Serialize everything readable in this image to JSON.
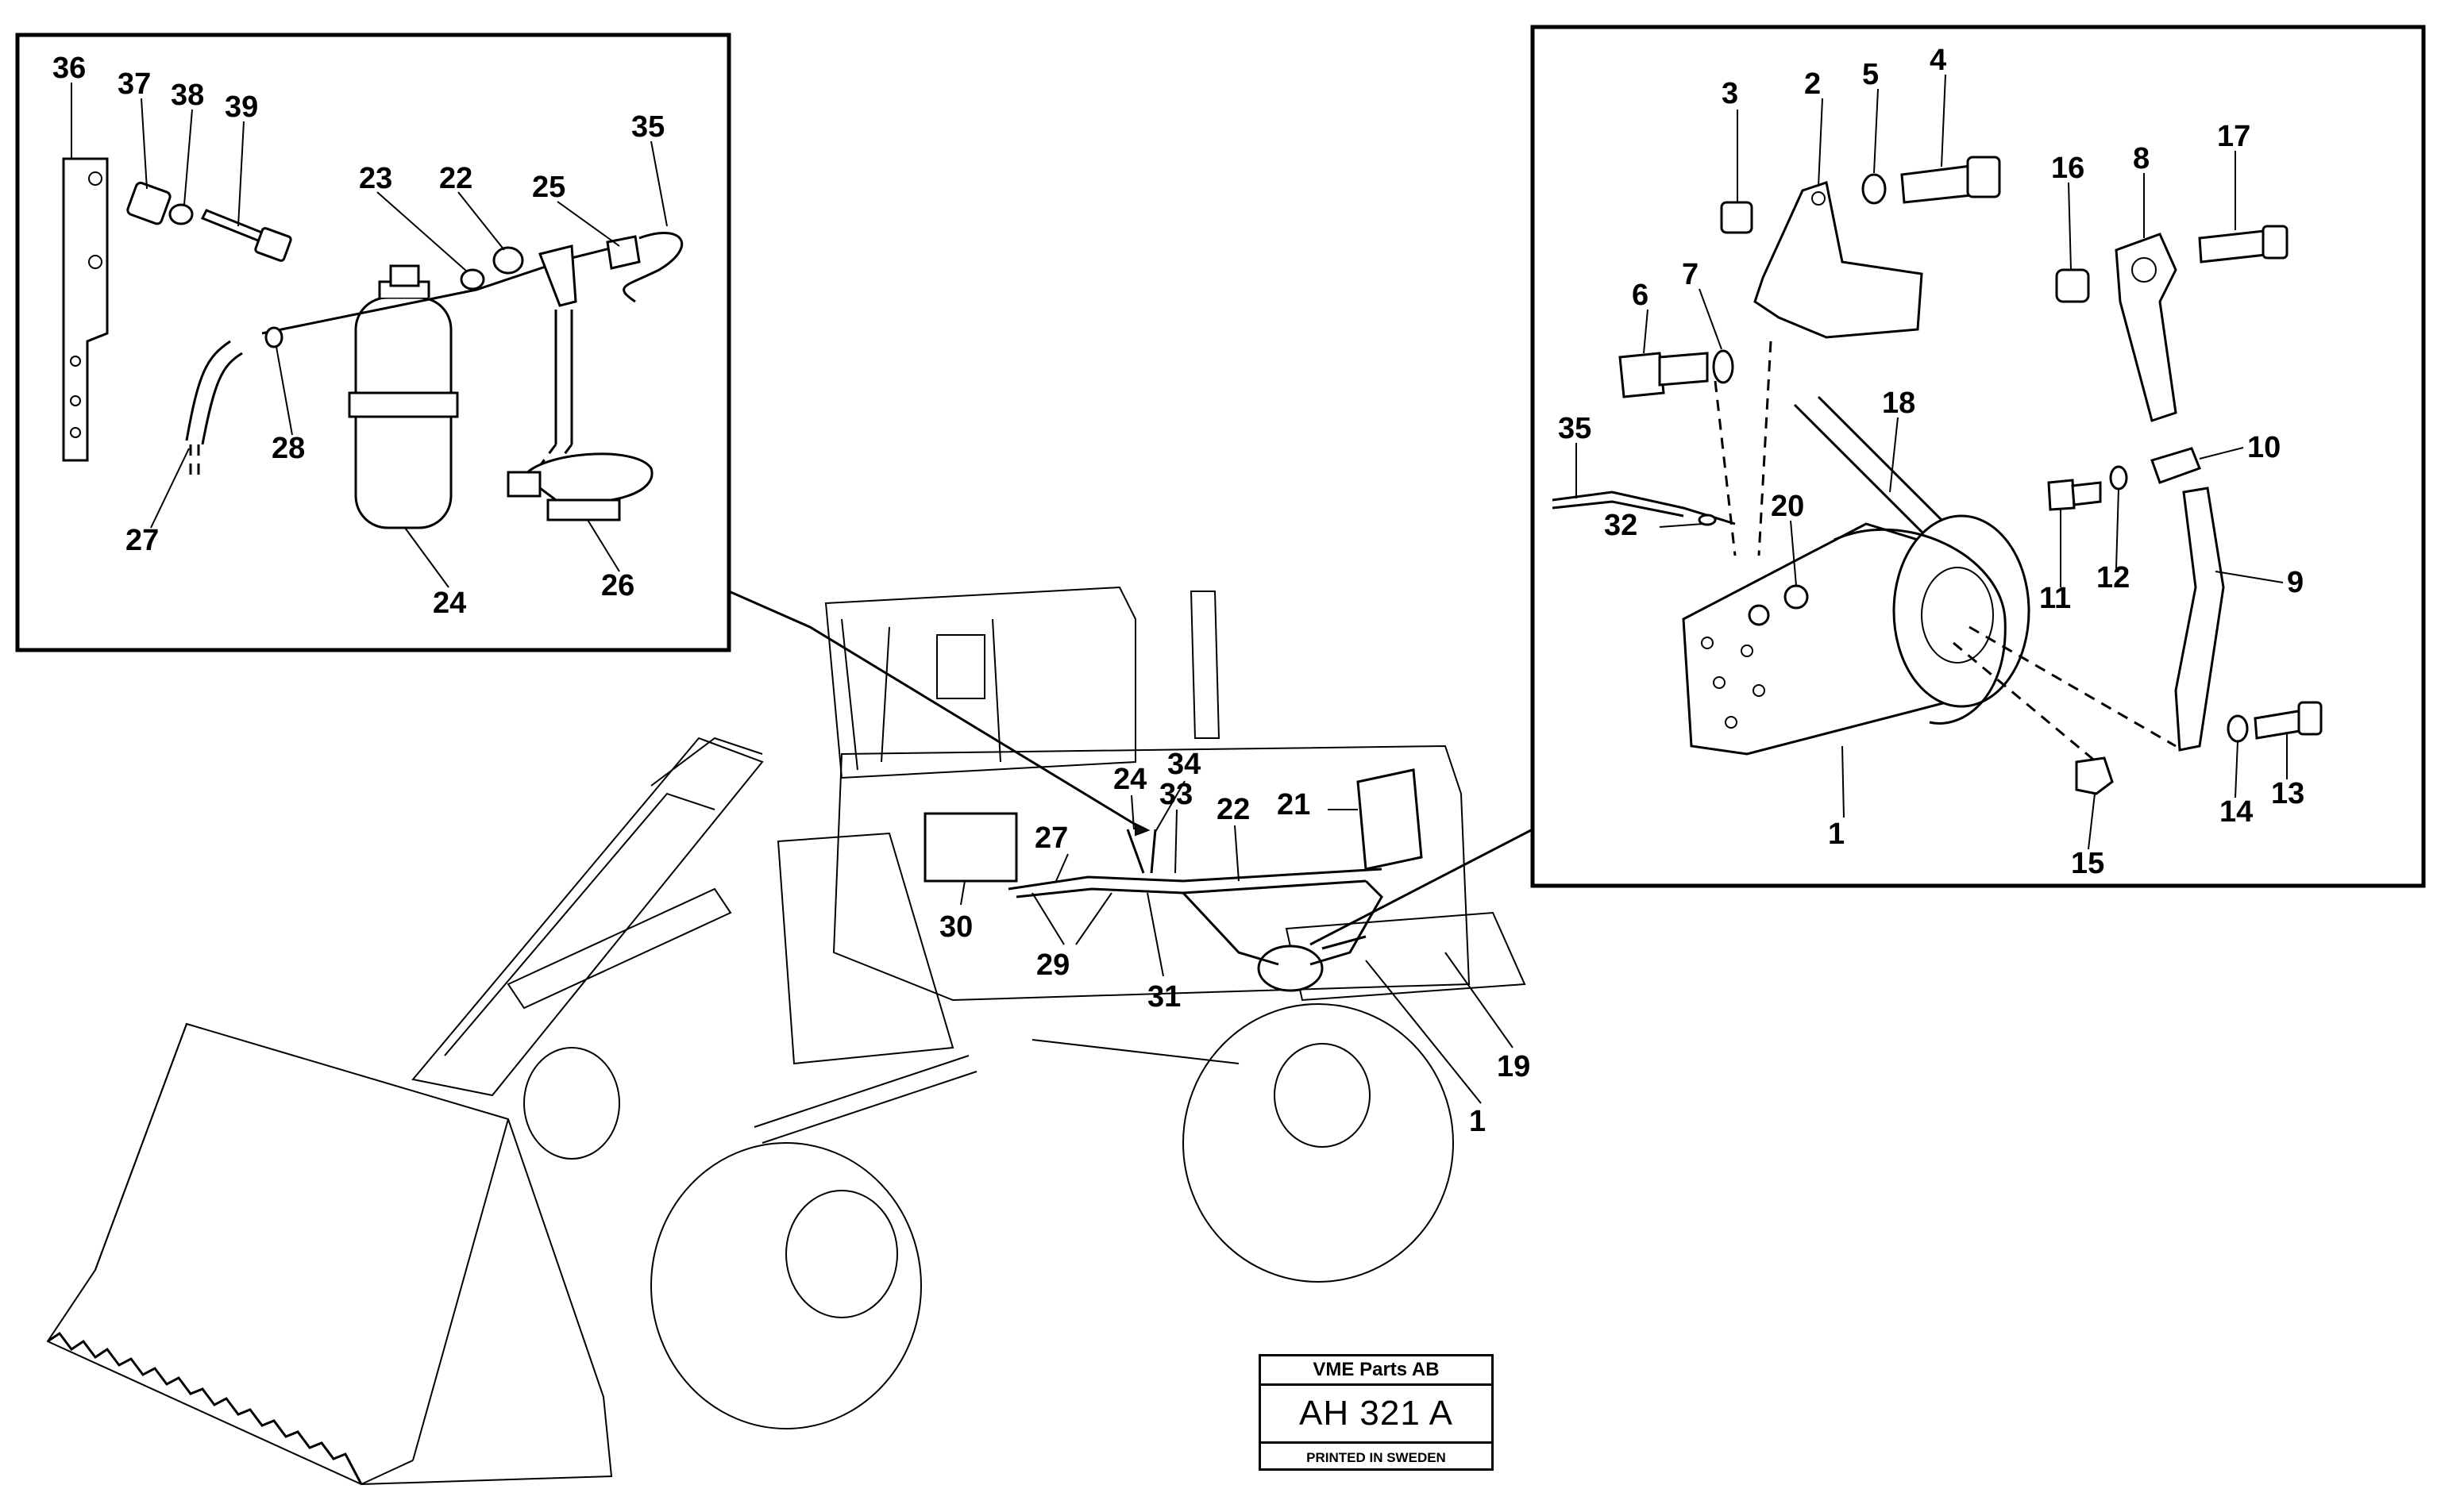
{
  "left_inset_callouts": [
    "36",
    "37",
    "38",
    "39",
    "23",
    "22",
    "25",
    "35",
    "28",
    "27",
    "24",
    "26"
  ],
  "right_inset_callouts": [
    "3",
    "2",
    "5",
    "4",
    "16",
    "8",
    "17",
    "6",
    "7",
    "18",
    "35",
    "10",
    "32",
    "20",
    "11",
    "12",
    "9",
    "1",
    "14",
    "13",
    "15"
  ],
  "main_callouts": [
    "24",
    "34",
    "33",
    "22",
    "21",
    "27",
    "30",
    "29",
    "31",
    "19",
    "1"
  ],
  "stamp": {
    "company": "VME Parts AB",
    "code": "AH 321 A",
    "printed": "PRINTED IN SWEDEN"
  }
}
